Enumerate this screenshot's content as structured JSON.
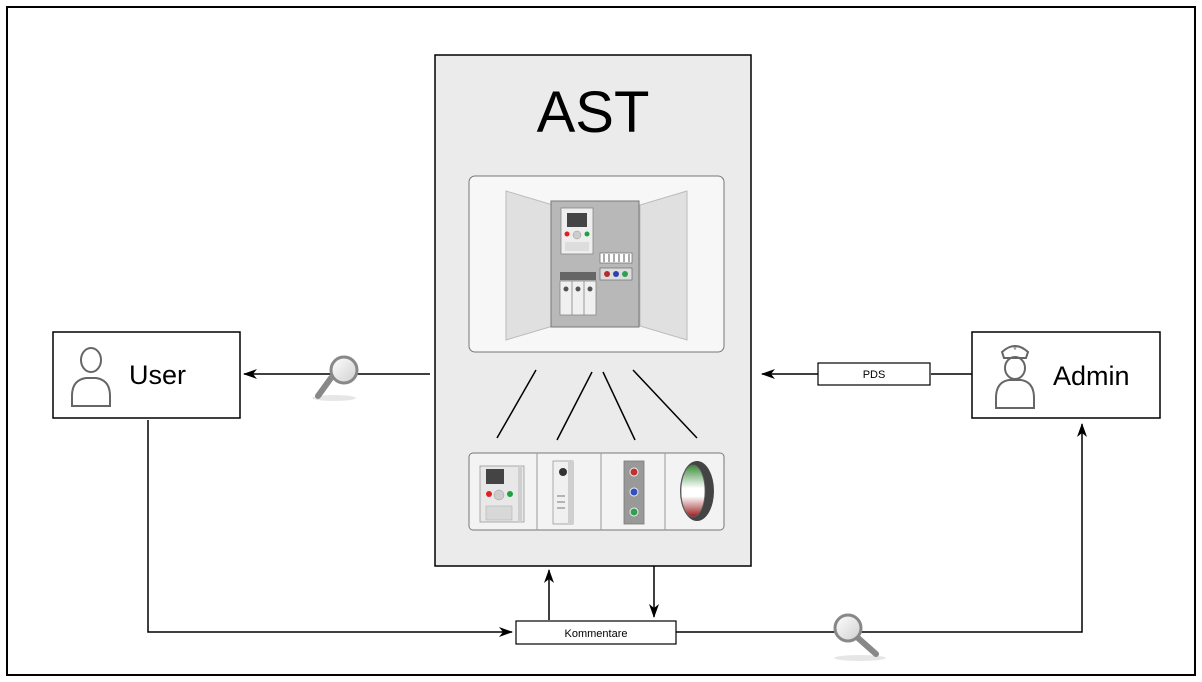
{
  "title": "AST",
  "actors": {
    "user": {
      "label": "User",
      "icon": "user-icon"
    },
    "admin": {
      "label": "Admin",
      "icon": "admin-icon"
    }
  },
  "tags": {
    "pds": "PDS",
    "comments": "Kommentare"
  },
  "icons": {
    "inspect": "magnifier-icon",
    "cabinet": "control-cabinet-icon",
    "components": [
      "control-panel-icon",
      "intercom-icon",
      "indicator-lights-icon",
      "signal-lamp-icon"
    ]
  },
  "colors": {
    "frame": "#000000",
    "ast_panel": "#ebebeb",
    "cabinet_body": "#b8b8b8"
  }
}
